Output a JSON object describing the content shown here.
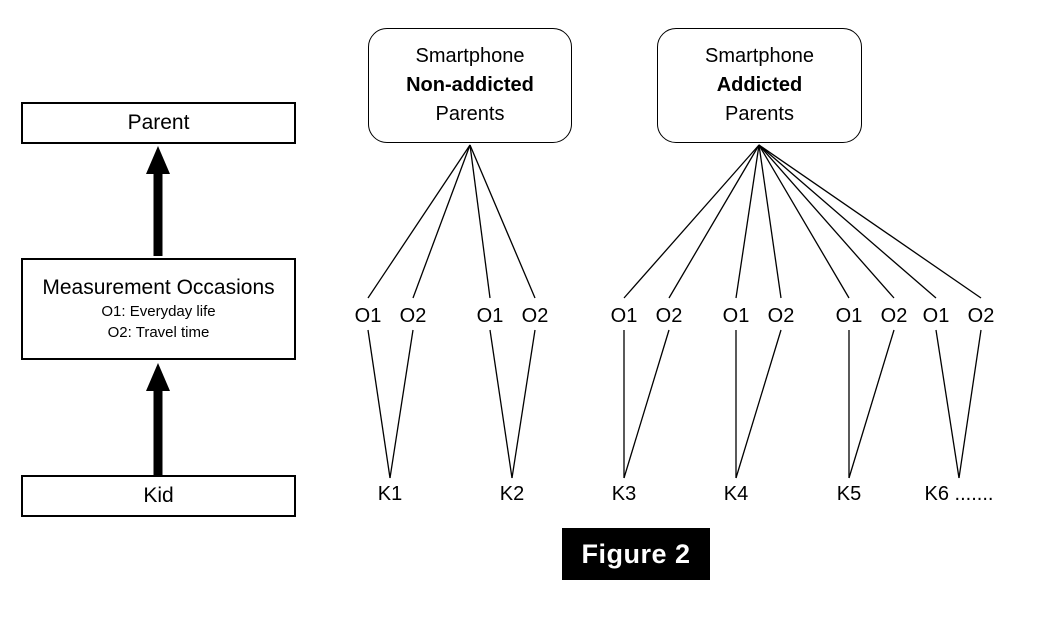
{
  "figure": {
    "caption": "Figure 2"
  },
  "left_panel": {
    "levels": [
      {
        "id": "parent",
        "title": "Parent",
        "sublines": []
      },
      {
        "id": "measurement-occasions",
        "title": "Measurement Occasions",
        "sublines": [
          "O1: Everyday life",
          "O2: Travel time"
        ]
      },
      {
        "id": "kid",
        "title": "Kid",
        "sublines": []
      }
    ],
    "arrows": [
      {
        "from": "measurement-occasions",
        "to": "parent",
        "direction": "up"
      },
      {
        "from": "kid",
        "to": "measurement-occasions",
        "direction": "up"
      }
    ]
  },
  "right_panel": {
    "groups": [
      {
        "id": "non-addicted",
        "line1": "Smartphone",
        "line2": "Non-addicted",
        "line2_bold": true,
        "line3": "Parents",
        "kid_count": 2
      },
      {
        "id": "addicted",
        "line1": "Smartphone",
        "line2": "Addicted",
        "line2_bold": true,
        "line3": "Parents",
        "kid_count": 4
      }
    ],
    "occasion_labels": [
      "O1",
      "O2",
      "O1",
      "O2",
      "O1",
      "O2",
      "O1",
      "O2",
      "O1",
      "O2",
      "O1",
      "O2"
    ],
    "kid_labels": [
      "K1",
      "K2",
      "K3",
      "K4",
      "K5",
      "K6 ......."
    ]
  },
  "colors": {
    "line": "#000000",
    "background": "#ffffff",
    "caption_background": "#000000",
    "caption_text": "#ffffff"
  }
}
